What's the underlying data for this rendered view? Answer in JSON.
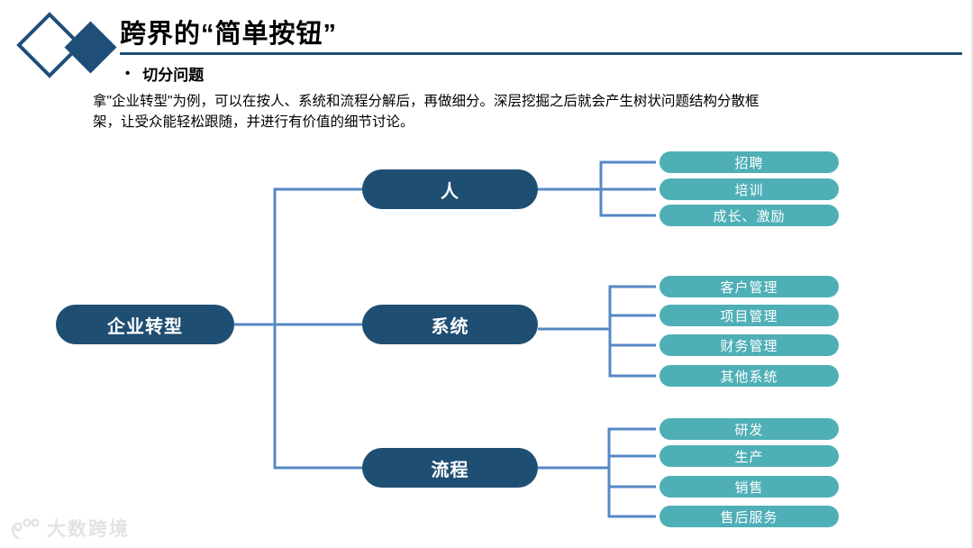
{
  "slide": {
    "title": "跨界的“简单按钮”",
    "bullet_glyph": "•",
    "bullet_label": "切分问题",
    "body_line1": "拿\"企业转型\"为例，可以在按人、系统和流程分解后，再做细分。深层挖掘之后就会产生树状问题结构分散框",
    "body_line2": "架，让受众能轻松跟随，并进行有价值的细节讨论。"
  },
  "tree": {
    "root": {
      "label": "企业转型"
    },
    "branches": [
      {
        "label": "人",
        "children": [
          "招聘",
          "培训",
          "成长、激励"
        ]
      },
      {
        "label": "系统",
        "children": [
          "客户管理",
          "项目管理",
          "财务管理",
          "其他系统"
        ]
      },
      {
        "label": "流程",
        "children": [
          "研发",
          "生产",
          "销售",
          "售后服务"
        ]
      }
    ]
  },
  "watermark": {
    "brand": "大数跨境"
  },
  "colors": {
    "brand_navy": "#1F4E79",
    "node_navy": "#1F4E73",
    "leaf_teal": "#4FAFB7",
    "connector_blue": "#5588C4",
    "watermark_gray": "#E3E3E3"
  }
}
